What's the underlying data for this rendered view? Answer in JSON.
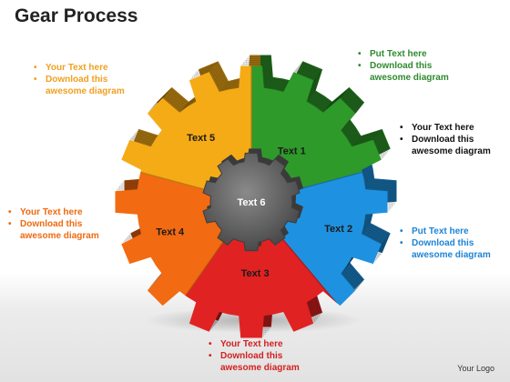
{
  "slide": {
    "title": "Gear Process",
    "logo": "Your Logo"
  },
  "gear": {
    "segments": [
      {
        "label": "Text 1",
        "color": "#2e9a2a"
      },
      {
        "label": "Text 2",
        "color": "#1e92e0"
      },
      {
        "label": "Text 3",
        "color": "#e12222"
      },
      {
        "label": "Text 4",
        "color": "#f26a12"
      },
      {
        "label": "Text 5",
        "color": "#f5ab16"
      }
    ],
    "center": {
      "label": "Text 6",
      "color": "#5e5e5e"
    }
  },
  "callouts": {
    "text5": {
      "color": "#f0a020",
      "lines": [
        "Your Text here",
        "Download this awesome diagram"
      ]
    },
    "text1": {
      "color": "#2f8a2f",
      "lines": [
        "Put Text  here",
        "Download this awesome diagram"
      ]
    },
    "right1": {
      "color": "#111111",
      "lines": [
        "Your Text here",
        "Download this awesome diagram"
      ]
    },
    "text4": {
      "color": "#ee6a10",
      "lines": [
        "Your Text here",
        "Download this awesome diagram"
      ]
    },
    "text2": {
      "color": "#1d84d6",
      "lines": [
        "Put Text  here",
        "Download this awesome diagram"
      ]
    },
    "text3": {
      "color": "#d41f1f",
      "lines": [
        "Your Text here",
        "Download this awesome diagram"
      ]
    }
  }
}
